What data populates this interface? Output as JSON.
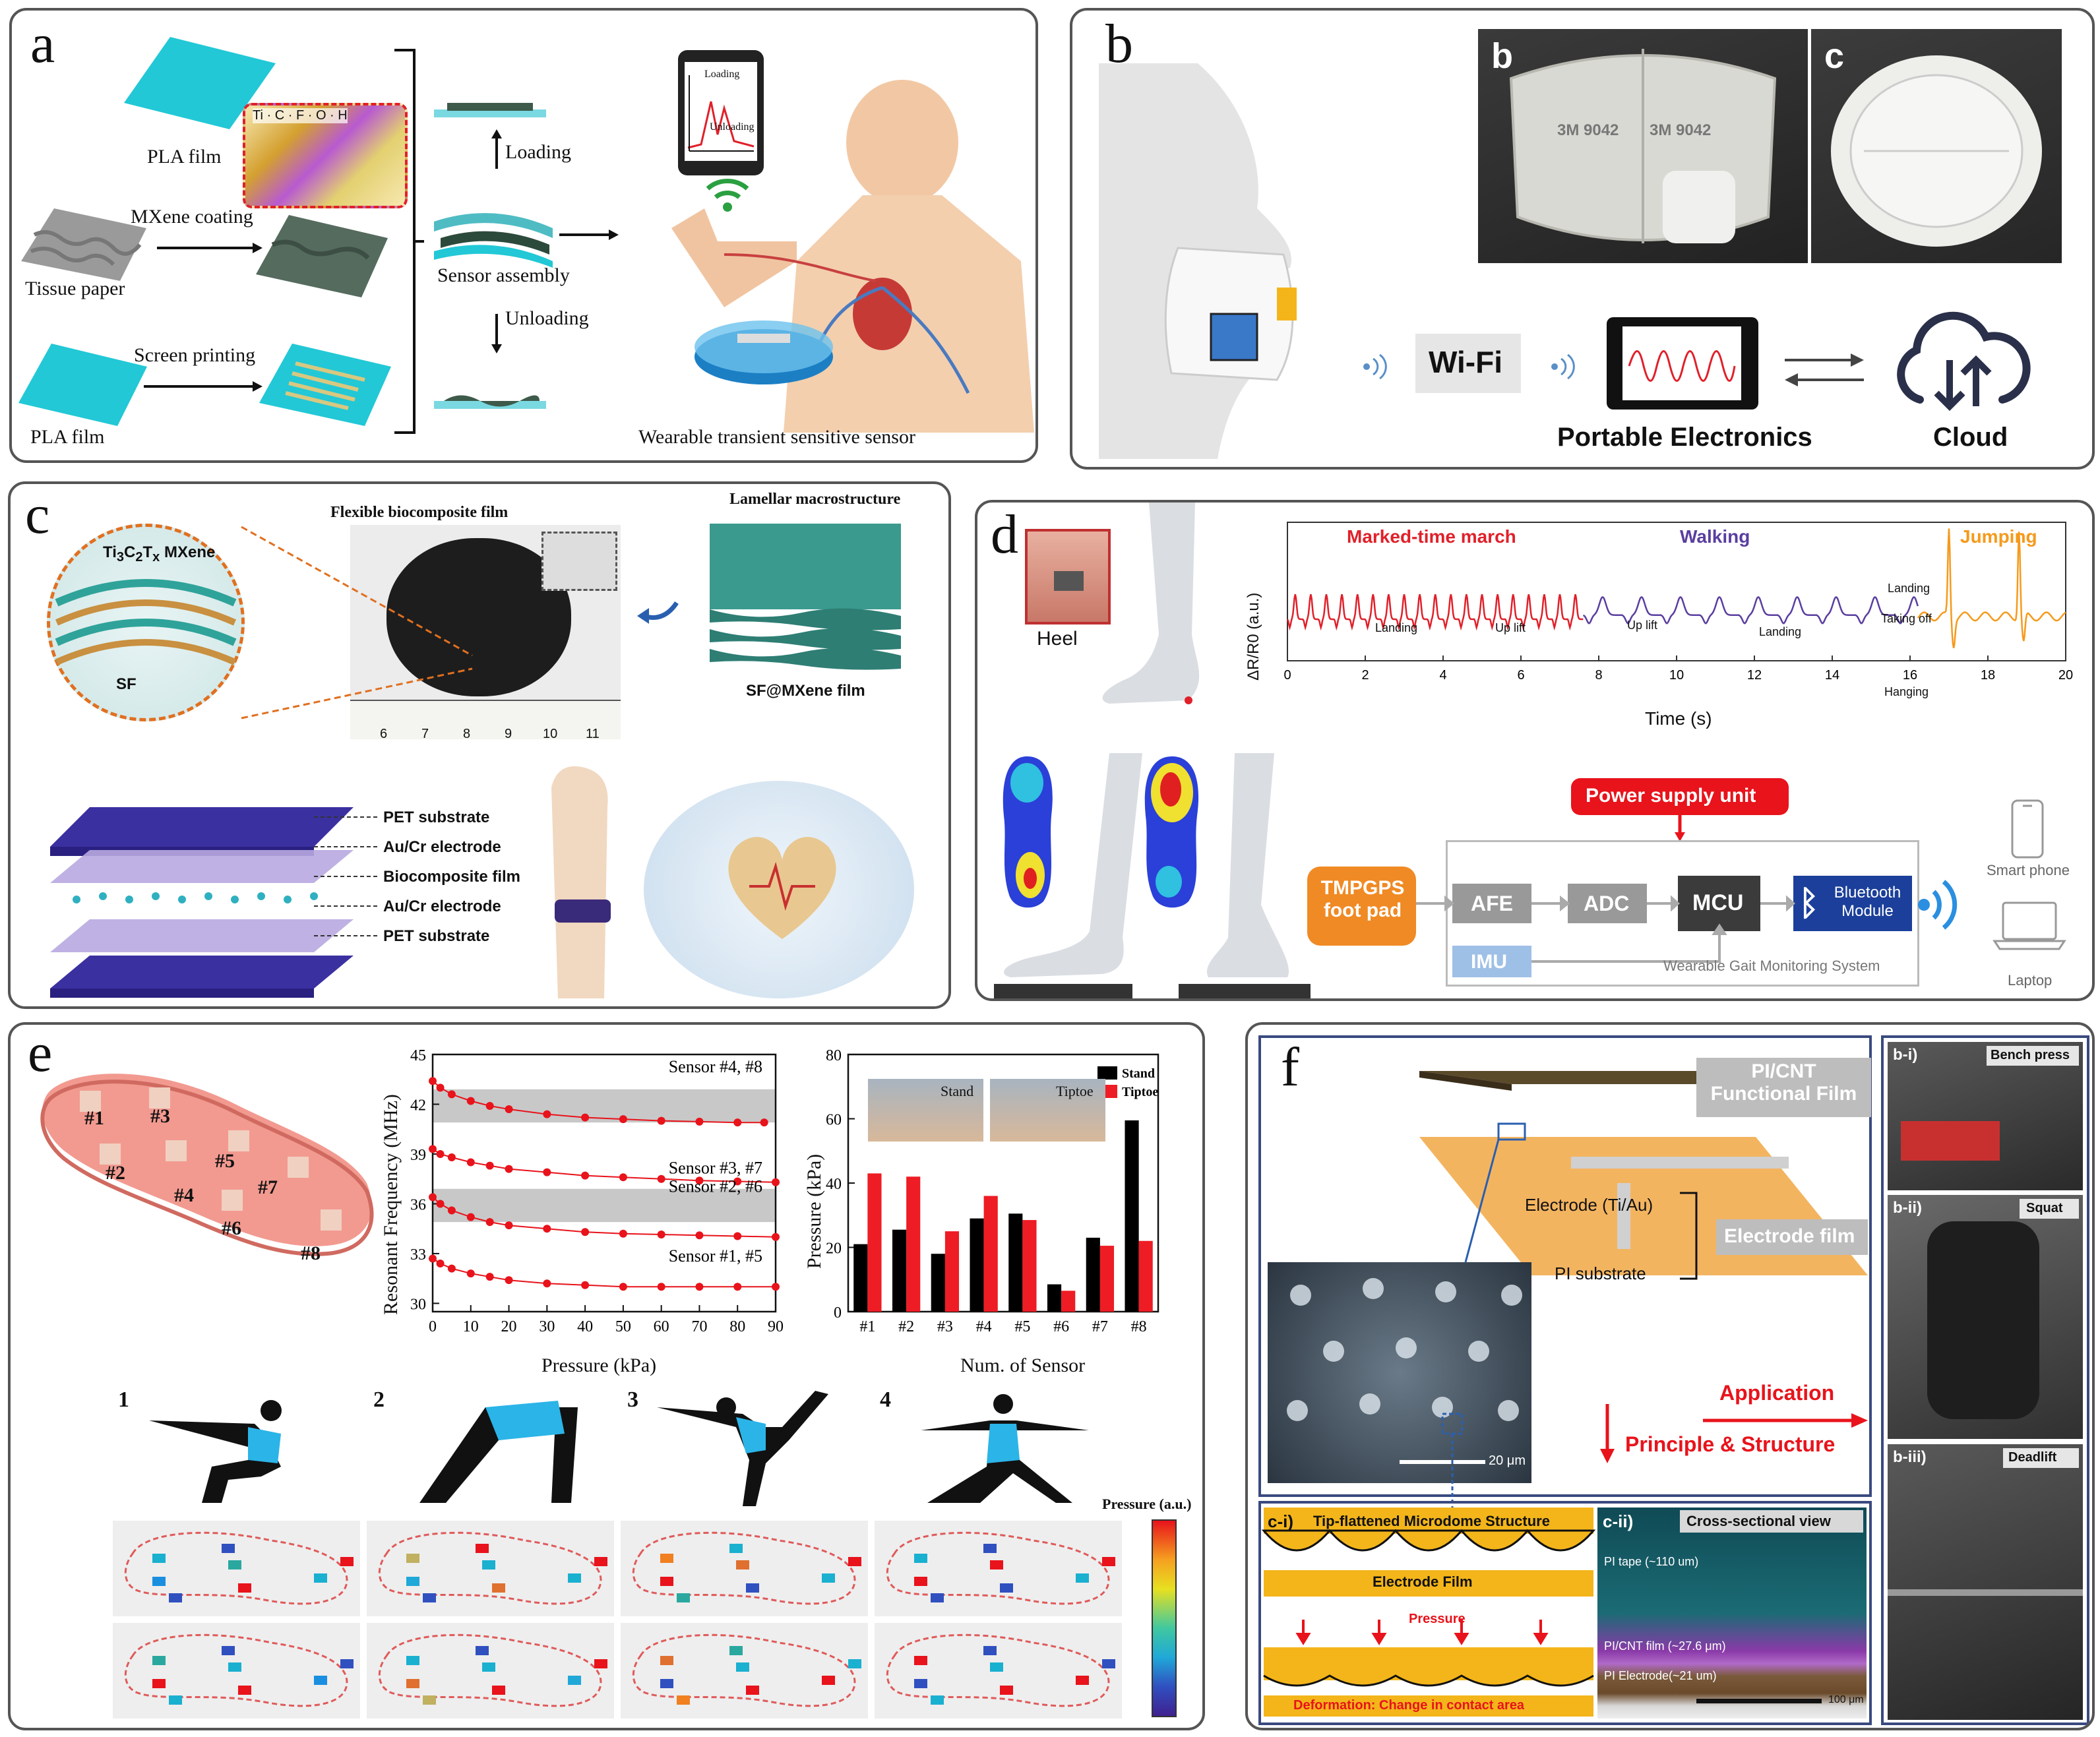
{
  "panels": {
    "a": {
      "label": "a",
      "pla_film_top": "PLA film",
      "tissue_paper": "Tissue paper",
      "mxene_coating": "MXene coating",
      "screen_printing": "Screen printing",
      "pla_film_bottom": "PLA film",
      "legend_ti": "Ti",
      "legend_c": "C",
      "legend_f": "F",
      "legend_o": "O",
      "legend_h": "H",
      "loading": "Loading",
      "sensor_assembly": "Sensor assembly",
      "unloading": "Unloading",
      "phone_loading": "Loading",
      "phone_unloading": "Unloading",
      "caption": "Wearable transient sensitive sensor"
    },
    "b": {
      "label": "b",
      "sub_b": "b",
      "sub_c": "c",
      "mask_text_1": "3M 9042",
      "mask_text_2": "3M 9042",
      "wifi": "Wi-Fi",
      "portable": "Portable Electronics",
      "cloud": "Cloud"
    },
    "c": {
      "label": "c",
      "mxene": "Ti3C2Tx MXene",
      "sf": "SF",
      "flex_film": "Flexible biocomposite film",
      "lamellar": "Lamellar macrostructure",
      "sf_mxene": "SF@MXene film",
      "ruler_ticks": [
        "6",
        "7",
        "8",
        "9",
        "10",
        "11"
      ],
      "layers": [
        "PET substrate",
        "Au/Cr electrode",
        "Biocomposite film",
        "Au/Cr electrode",
        "PET substrate"
      ]
    },
    "d": {
      "label": "d",
      "heel": "Heel",
      "ylabel": "ΔR/R0 (a.u.)",
      "xlabel": "Time (s)",
      "marked": "Marked-time march",
      "walking": "Walking",
      "jumping": "Jumping",
      "ann_landing1": "Landing",
      "ann_uplift1": "Up lift",
      "ann_uplift2": "Up lift",
      "ann_landing2": "Landing",
      "ann_landing3": "Landing",
      "ann_takingoff": "Taking off",
      "ann_hanging": "Hanging",
      "power": "Power supply unit",
      "tmpgps": "TMPGPS foot pad",
      "afe": "AFE",
      "adc": "ADC",
      "mcu": "MCU",
      "bluetooth": "Bluetooth Module",
      "imu": "IMU",
      "system": "Wearable Gait Monitoring System",
      "smartphone": "Smart phone",
      "laptop": "Laptop"
    },
    "e": {
      "label": "e",
      "sensors": [
        "#1",
        "#2",
        "#3",
        "#4",
        "#5",
        "#6",
        "#7",
        "#8"
      ],
      "chart1_ylabel": "Resonant Frequency (MHz)",
      "chart1_xlabel": "Pressure (kPa)",
      "chart1_series": [
        "Sensor #4, #8",
        "Sensor #3, #7",
        "Sensor #2, #6",
        "Sensor #1, #5"
      ],
      "chart2_ylabel": "Pressure (kPa)",
      "chart2_xlabel": "Num. of Sensor",
      "photo_stand": "Stand",
      "photo_tiptoe": "Tiptoe",
      "pose_numbers": [
        "1",
        "2",
        "3",
        "4"
      ],
      "colorbar_label": "Pressure (a.u.)"
    },
    "f": {
      "label": "f",
      "pi_cnt": "PI/CNT Functional Film",
      "electrode_tiau": "Electrode (Ti/Au)",
      "electrode_film": "Electrode film",
      "pi_substrate": "PI substrate",
      "scale_20": "20 μm",
      "application": "Application",
      "principle": "Principle & Structure",
      "ci": "c-i)",
      "ci_title": "Tip-flattened Microdome Structure",
      "ci_electrode": "Electrode Film",
      "ci_pressure": "Pressure",
      "ci_deform": "Deformation: Change in contact area",
      "cii": "c-ii)",
      "cii_title": "Cross-sectional view",
      "cii_pitape": "PI tape (~110 um)",
      "cii_picnt": "PI/CNT film (~27.6 μm)",
      "cii_pielec": "PI Electrode(~21 um)",
      "scale_100": "100 μm",
      "bi": "b-i)",
      "bench": "Bench press",
      "bii": "b-ii)",
      "squat": "Squat",
      "biii": "b-iii)",
      "deadlift": "Deadlift"
    }
  },
  "chart_data": [
    {
      "type": "line",
      "panel": "d",
      "xlabel": "Time (s)",
      "ylabel": "ΔR/R0 (a.u.)",
      "xlim": [
        0,
        20
      ],
      "xticks": [
        "0",
        "2",
        "4",
        "6",
        "8",
        "10",
        "12",
        "14",
        "16",
        "18",
        "20"
      ],
      "yticks": [],
      "series": [
        {
          "name": "Marked-time march",
          "color": "#e0202a",
          "x_range": [
            0,
            7.6
          ],
          "peak_period_s": 0.4,
          "baseline": 0.3,
          "peak": 0.48
        },
        {
          "name": "Walking",
          "color": "#5a3ea0",
          "x_range": [
            7.6,
            16.2
          ],
          "peak_period_s": 1.0,
          "baseline": 0.33,
          "peak": 0.46
        },
        {
          "name": "Jumping",
          "color": "#f59a1c",
          "x_range": [
            16.2,
            20
          ],
          "peaks_s": [
            17.0,
            18.8
          ],
          "baseline": 0.32,
          "peak": 0.95
        }
      ]
    },
    {
      "type": "scatter",
      "panel": "e",
      "xlabel": "Pressure (kPa)",
      "ylabel": "Resonant Frequency (MHz)",
      "xlim": [
        0,
        90
      ],
      "ylim": [
        29.5,
        45
      ],
      "xticks": [
        "0",
        "10",
        "20",
        "30",
        "40",
        "50",
        "60",
        "70",
        "80",
        "90"
      ],
      "yticks": [
        "30",
        "33",
        "36",
        "39",
        "42",
        "45"
      ],
      "series": [
        {
          "name": "Sensor #4, #8",
          "x": [
            0,
            2,
            5,
            10,
            15,
            20,
            30,
            40,
            50,
            60,
            70,
            80,
            87
          ],
          "y": [
            43.4,
            43.0,
            42.6,
            42.2,
            41.9,
            41.7,
            41.4,
            41.2,
            41.1,
            41.0,
            40.95,
            40.9,
            40.9
          ]
        },
        {
          "name": "Sensor #3, #7",
          "x": [
            0,
            2,
            5,
            10,
            15,
            20,
            30,
            40,
            50,
            60,
            70,
            80,
            90
          ],
          "y": [
            39.3,
            39.0,
            38.8,
            38.5,
            38.3,
            38.1,
            37.9,
            37.7,
            37.6,
            37.5,
            37.4,
            37.35,
            37.3
          ]
        },
        {
          "name": "Sensor #2, #6",
          "x": [
            0,
            2,
            5,
            10,
            15,
            20,
            30,
            40,
            50,
            60,
            70,
            80,
            90
          ],
          "y": [
            36.4,
            36.0,
            35.6,
            35.2,
            34.9,
            34.7,
            34.5,
            34.3,
            34.2,
            34.15,
            34.1,
            34.05,
            34.0
          ]
        },
        {
          "name": "Sensor #1, #5",
          "x": [
            0,
            2,
            5,
            10,
            15,
            20,
            30,
            40,
            50,
            60,
            70,
            80,
            90
          ],
          "y": [
            32.7,
            32.4,
            32.1,
            31.8,
            31.6,
            31.4,
            31.2,
            31.1,
            31.0,
            31.0,
            31.0,
            31.0,
            31.0
          ]
        }
      ]
    },
    {
      "type": "bar",
      "panel": "e",
      "xlabel": "Num. of Sensor",
      "ylabel": "Pressure (kPa)",
      "ylim": [
        0,
        80
      ],
      "yticks": [
        "0",
        "20",
        "40",
        "60",
        "80"
      ],
      "categories": [
        "#1",
        "#2",
        "#3",
        "#4",
        "#5",
        "#6",
        "#7",
        "#8"
      ],
      "series": [
        {
          "name": "Stand",
          "color": "#000000",
          "values": [
            21,
            25.5,
            18,
            29,
            30.5,
            8.5,
            23,
            59.5
          ]
        },
        {
          "name": "Tiptoe",
          "color": "#ee1c24",
          "values": [
            43,
            42,
            25,
            36,
            28.5,
            6.5,
            20.5,
            22
          ]
        }
      ]
    }
  ],
  "colors": {
    "red": "#e0202a",
    "purple": "#5a3ea0",
    "orange": "#f59a1c",
    "bluetooth": "#1b3f9a",
    "tmpgps": "#f08a24",
    "mxene_teal": "#2fa39a",
    "pla_cyan": "#22c8d6",
    "mask_yellow": "#f3b51a"
  }
}
